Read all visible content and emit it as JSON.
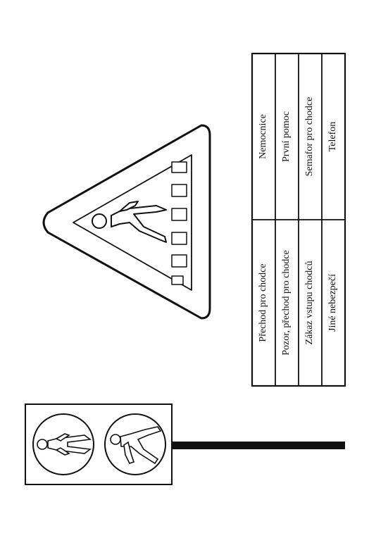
{
  "table": {
    "col_right_top": [
      {
        "label": "Nemocnice"
      },
      {
        "label": "První pomoc"
      },
      {
        "label": "Semafor pro chodce"
      },
      {
        "label": "Telefon"
      }
    ],
    "col_left_bottom": [
      {
        "label": "Přechod pro chodce"
      },
      {
        "label": "Pozor, přechod pro chodce"
      },
      {
        "label": "Zákaz vstupu chodců"
      },
      {
        "label": "Jiné nebezpečí"
      }
    ]
  },
  "icons": {
    "warning_sign": "pedestrian-crossing-warning-sign",
    "traffic_light": "pedestrian-traffic-light"
  },
  "colors": {
    "ink": "#111111",
    "paper": "#ffffff"
  }
}
